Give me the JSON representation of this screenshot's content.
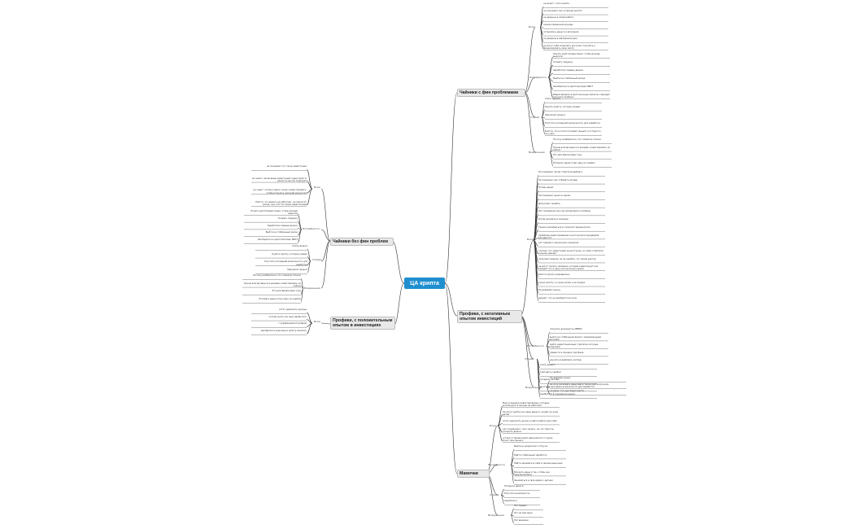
{
  "root": "ЦА крипта",
  "topics": {
    "t1": "Чайники с фин проблемами",
    "t2": "Чайники без фин проблем",
    "t3": "Профики, с положительным опытом в инвестициях",
    "t4": "Профики, с негативным опытом инвестиций",
    "t5": "Мамочки"
  },
  "labels": {
    "pain": "Боли",
    "needs": "Потребности",
    "fear": "Страхи",
    "objections": "Возражения"
  },
  "t1_pain": [
    "не знают с чего начать",
    "не понимают как устроена крипта",
    "не уверены в своей работе",
    "низкая привычная доходы",
    "потерялись деньги и вложения",
    "не уверены в завтрашнем дне",
    "не могут себе позволить доступно покупать и финансировать свою мечту"
  ],
  "t1_needs": [
    "Понять криптоинвестиции, чтобы доходы выросли",
    "Создать подушку",
    "Заработать первые деньги",
    "Выйти на стабильный доход",
    "Разобраться в криптоактивах ИИСТ",
    "Инвестировать в долгосрочные проекты и фондах получать прибыль"
  ],
  "t1_fear": [
    "Слить деньги",
    "Купить крипту, которая упадет",
    "Заморозят деньги",
    "Упустить последний возможность для заработка",
    "Боятся, что в итоге потеряют деньги и останутся не у дел"
  ],
  "t1_obj": [
    "Не хочу разбираться, это слишком сложно",
    "Нужна всегда деньги в резерве, инвестировать их сейчас",
    "Это для финансовых гуру",
    "Потерять деньги при одну из ошибок"
  ],
  "t2_pain": [
    "не понимают что такое инвестиции",
    "не знают, какие виды инвестиций существуют и какой из них им подходит",
    "не знают, сколько денег нужно инвестировать, чтобы получить хороший результат",
    "боятся, что деньги не работают, не приносят доход, они спят по своим инвестициям"
  ],
  "t2_needs": [
    "Понять криптоинвестиции, чтобы доходы выросли",
    "Создать подушку",
    "Заработать первые деньги",
    "Выйти на стабильный доход",
    "Разобраться в криптоактивах ИИСТ"
  ],
  "t2_fear": [
    "Слить деньги",
    "Купить крипту, которая упадет",
    "Упустить последний возможность для заработка",
    "Заморозят деньги"
  ],
  "t2_obj": [
    "Не хочу разбираться, это слишком сложно",
    "Нужна всегда деньги в резерве, инвестировать их сейчас",
    "Это для финансовых гуру",
    "Потерять деньги при одну из ошибок"
  ],
  "t3_pain": [
    "хотят увеличить доходы",
    "хотели знать как еще заработать",
    "с управлением портфеля",
    "разобраться куда еще в крипту вложить"
  ],
  "t4_pain": [
    "Не понимают какие стратегии выбрать",
    "Не понимают как отбирать активы",
    "Потерь денег",
    "Не понимают рынок в целом",
    "Допускают ошибки",
    "Нет понимания как контролировать портфель",
    "Когда заходить в позицию",
    "Тяжело разобраться в сложной терминологии",
    "проблемы инвестирования и не получили ожидаемой доходности",
    "нет знаний в технических анализах",
    "считают что инвестиции им доступны, но сами стратегии и рынки меняют",
    "получают мнение, не на ошибки, что смена долгов",
    "не могут понять человека, который инвестирует или продает его в одну или несколько денег",
    "Боятся купить неправильно",
    "купил крипту, но цена упала и не продал",
    "Не доверяют рынку",
    "думают, что не разберутся в этом"
  ],
  "t4_needs": [
    "получить доходность (ВВРФ)",
    "выйти на стабильный доход с минимальными рисками",
    "найти инвестиционные стратегии которые подходят",
    "привести в порядок портфель",
    "научиться выбирать активы"
  ],
  "t4_fear": [
    "слить деньги",
    "повторить ошибки",
    "потерять активы",
    "упустить выгодные возможности для заработка",
    "ошибиться в понимании рынка"
  ],
  "t4_obj": [
    "Не доверяю рынку",
    "не хочу рисковать деньгами в таком краткосрочном",
    "не верю, что курс будет расти"
  ],
  "t5_pain": [
    "Мам услышали инвестирование, которые используются эмоции не работают",
    "Не могут выйти на новые деньги, уходят на уход детей",
    "хотят увеличить доход и найти работу для себя",
    "нет понимания с чего начать, на что тратить, потерять деньги",
    "устала от финансовой зависимости от мужа, хочет свои деньги"
  ],
  "t5_needs": [
    "Выйти из декретного отпуска",
    "Найти стабильный заработок",
    "Найти заниматься себя и своими деньгами",
    "Вложить деньги так, чтобы они приумножались",
    "Заниматься в свое время с детьми"
  ],
  "t5_fear": [
    "Потерять деньги",
    "Упустить возможность",
    "Ошибиться"
  ],
  "t5_obj": [
    "Это трудно",
    "Это не для меня",
    "Нет времени"
  ]
}
